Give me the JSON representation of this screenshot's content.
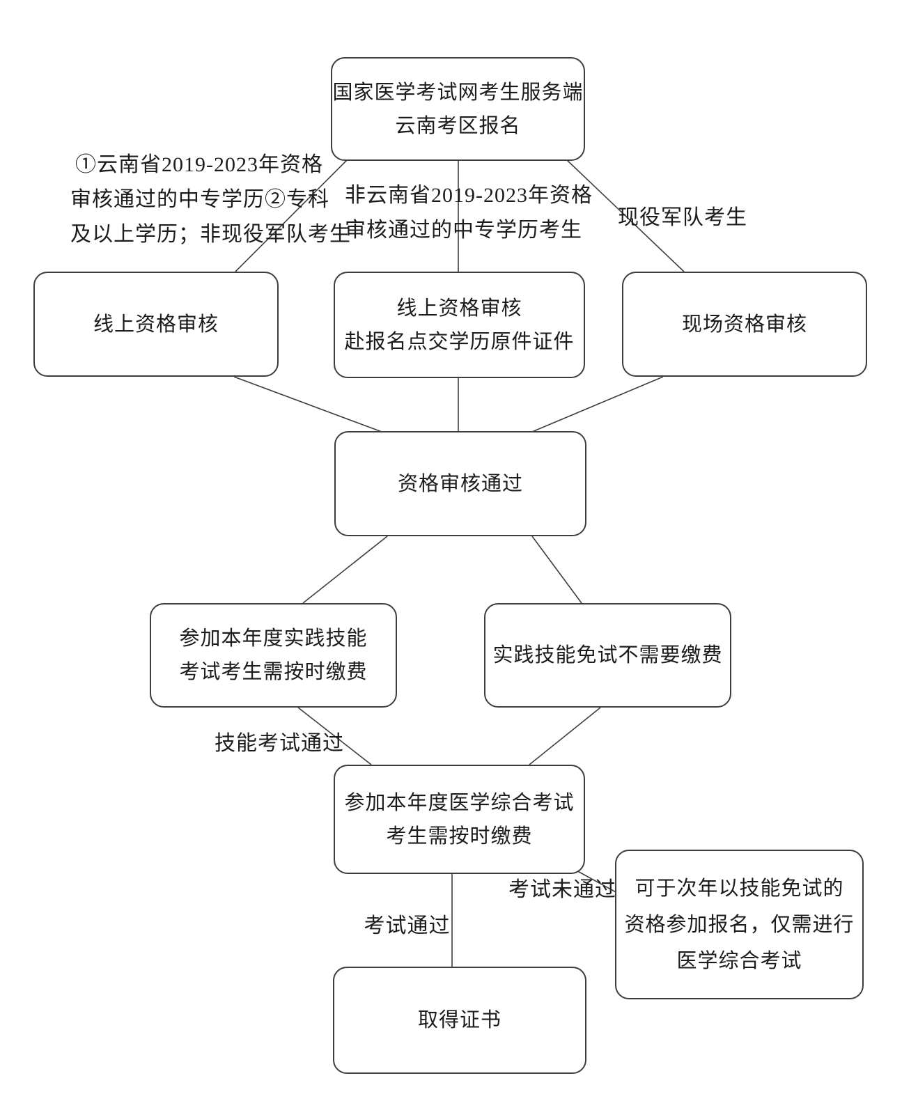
{
  "diagram": {
    "nodes": {
      "start": {
        "lines": [
          "国家医学考试网考生服务端",
          "云南考区报名"
        ]
      },
      "online_review": {
        "lines": [
          "线上资格审核"
        ]
      },
      "online_review_submit": {
        "lines": [
          "线上资格审核",
          "赴报名点交学历原件证件"
        ]
      },
      "onsite_review": {
        "lines": [
          "现场资格审核"
        ]
      },
      "review_passed": {
        "lines": [
          "资格审核通过"
        ]
      },
      "skill_exam_pay": {
        "lines": [
          "参加本年度实践技能",
          "考试考生需按时缴费"
        ]
      },
      "skill_exempt_no_pay": {
        "lines": [
          "实践技能免试不需要缴费"
        ]
      },
      "comprehensive_exam_pay": {
        "lines": [
          "参加本年度医学综合考试",
          "考生需按时缴费"
        ]
      },
      "retry_next_year": {
        "lines": [
          "可于次年以技能免试的",
          "资格参加报名，仅需进行",
          "医学综合考试"
        ]
      },
      "certificate": {
        "lines": [
          "取得证书"
        ]
      }
    },
    "edge_labels": {
      "yunnan_candidates": {
        "lines": [
          "①云南省2019-2023年资格",
          "审核通过的中专学历②专科",
          "及以上学历；非现役军队考生"
        ]
      },
      "non_yunnan_candidates": {
        "lines": [
          "非云南省2019-2023年资格",
          "审核通过的中专学历考生"
        ]
      },
      "military_candidates": {
        "lines": [
          "现役军队考生"
        ]
      },
      "skill_exam_passed": {
        "lines": [
          "技能考试通过"
        ]
      },
      "exam_passed": {
        "lines": [
          "考试通过"
        ]
      },
      "exam_failed": {
        "lines": [
          "考试未通过"
        ]
      }
    },
    "colors": {
      "background": "#ffffff",
      "line": "#3d3d3d",
      "text": "#1c1c1c"
    }
  }
}
